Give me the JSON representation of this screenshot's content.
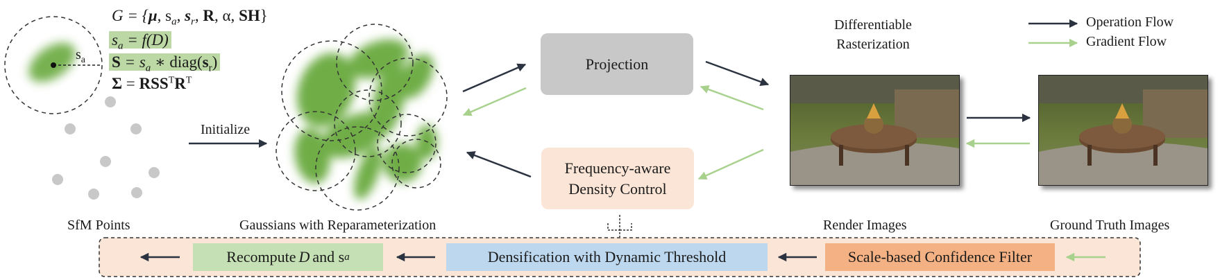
{
  "formulas": {
    "g_prefix": "G = {",
    "g_mu": "μ",
    "g_rest1": ", s",
    "g_a": "a",
    "g_rest2": ", ",
    "g_s": "s",
    "g_r": "r",
    "g_rest3": ", ",
    "g_R": "R",
    "g_rest4": ", α, ",
    "g_SH": "SH",
    "g_end": "}",
    "f1_s": "s",
    "f1_a": "a",
    "f1_rest": " = f(D)",
    "f2_S": "S",
    "f2_mid": " = s",
    "f2_a": "a",
    "f2_mid2": " ∗ diag(",
    "f2_s": "s",
    "f2_r": "r",
    "f2_end": ")",
    "f3_sigma": "Σ",
    "f3_eq": " = ",
    "f3_rss": "RSS",
    "f3_T1": "T",
    "f3_R": "R",
    "f3_T2": "T"
  },
  "scale_label": {
    "s": "s",
    "a": "a"
  },
  "labels": {
    "initialize": "Initialize",
    "sfm_points": "SfM Points",
    "gaussians": "Gaussians with Reparameterization",
    "diff_raster_1": "Differentiable",
    "diff_raster_2": "Rasterization",
    "render_images": "Render Images",
    "ground_truth": "Ground Truth Images"
  },
  "boxes": {
    "projection": "Projection",
    "density_1": "Frequency-aware",
    "density_2": "Density Control"
  },
  "legend": {
    "operation": "Operation Flow",
    "gradient": "Gradient Flow"
  },
  "pipeline": {
    "recompute_prefix": "Recompute ",
    "recompute_D": "D",
    "recompute_and": " and s",
    "recompute_a": "a",
    "densification": "Densification with Dynamic Threshold",
    "filter": "Scale-based Confidence Filter"
  },
  "colors": {
    "operation_arrow": "#2b3240",
    "gradient_arrow": "#a9d18e",
    "projection_box": "#c8c8c8",
    "density_box": "#fbe5d6",
    "recompute_box": "#c5e0b4",
    "densification_box": "#bdd7ee",
    "filter_box": "#f4b183",
    "pipeline_bg": "#fbe5d6",
    "gaussian_green": "#70ad47"
  }
}
